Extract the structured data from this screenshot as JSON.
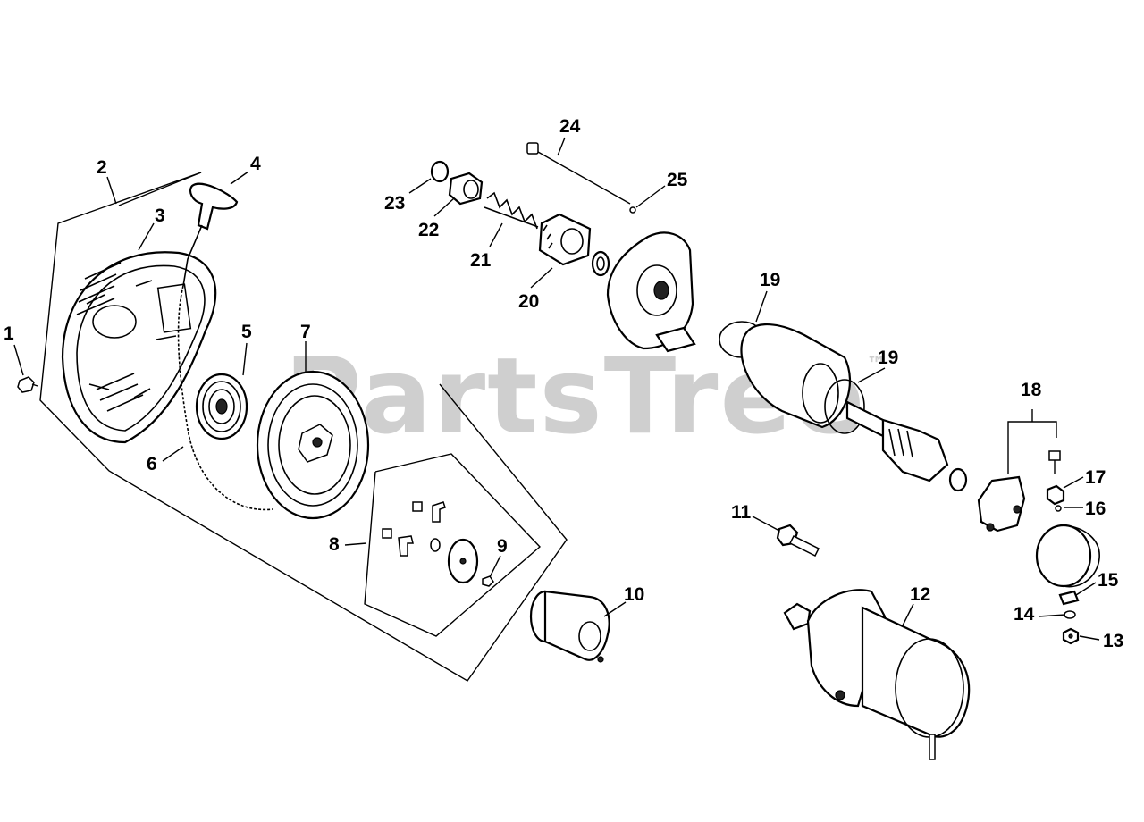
{
  "watermark": {
    "text": "PartsTree",
    "mark": "™"
  },
  "callouts": {
    "c1": "1",
    "c2": "2",
    "c3": "3",
    "c4": "4",
    "c5": "5",
    "c6": "6",
    "c7": "7",
    "c8": "8",
    "c9": "9",
    "c10": "10",
    "c11": "11",
    "c12": "12",
    "c13": "13",
    "c14": "14",
    "c15": "15",
    "c16": "16",
    "c17": "17",
    "c18": "18",
    "c19a": "19",
    "c19b": "19",
    "c20": "20",
    "c21": "21",
    "c22": "22",
    "c23": "23",
    "c24": "24",
    "c25": "25"
  }
}
